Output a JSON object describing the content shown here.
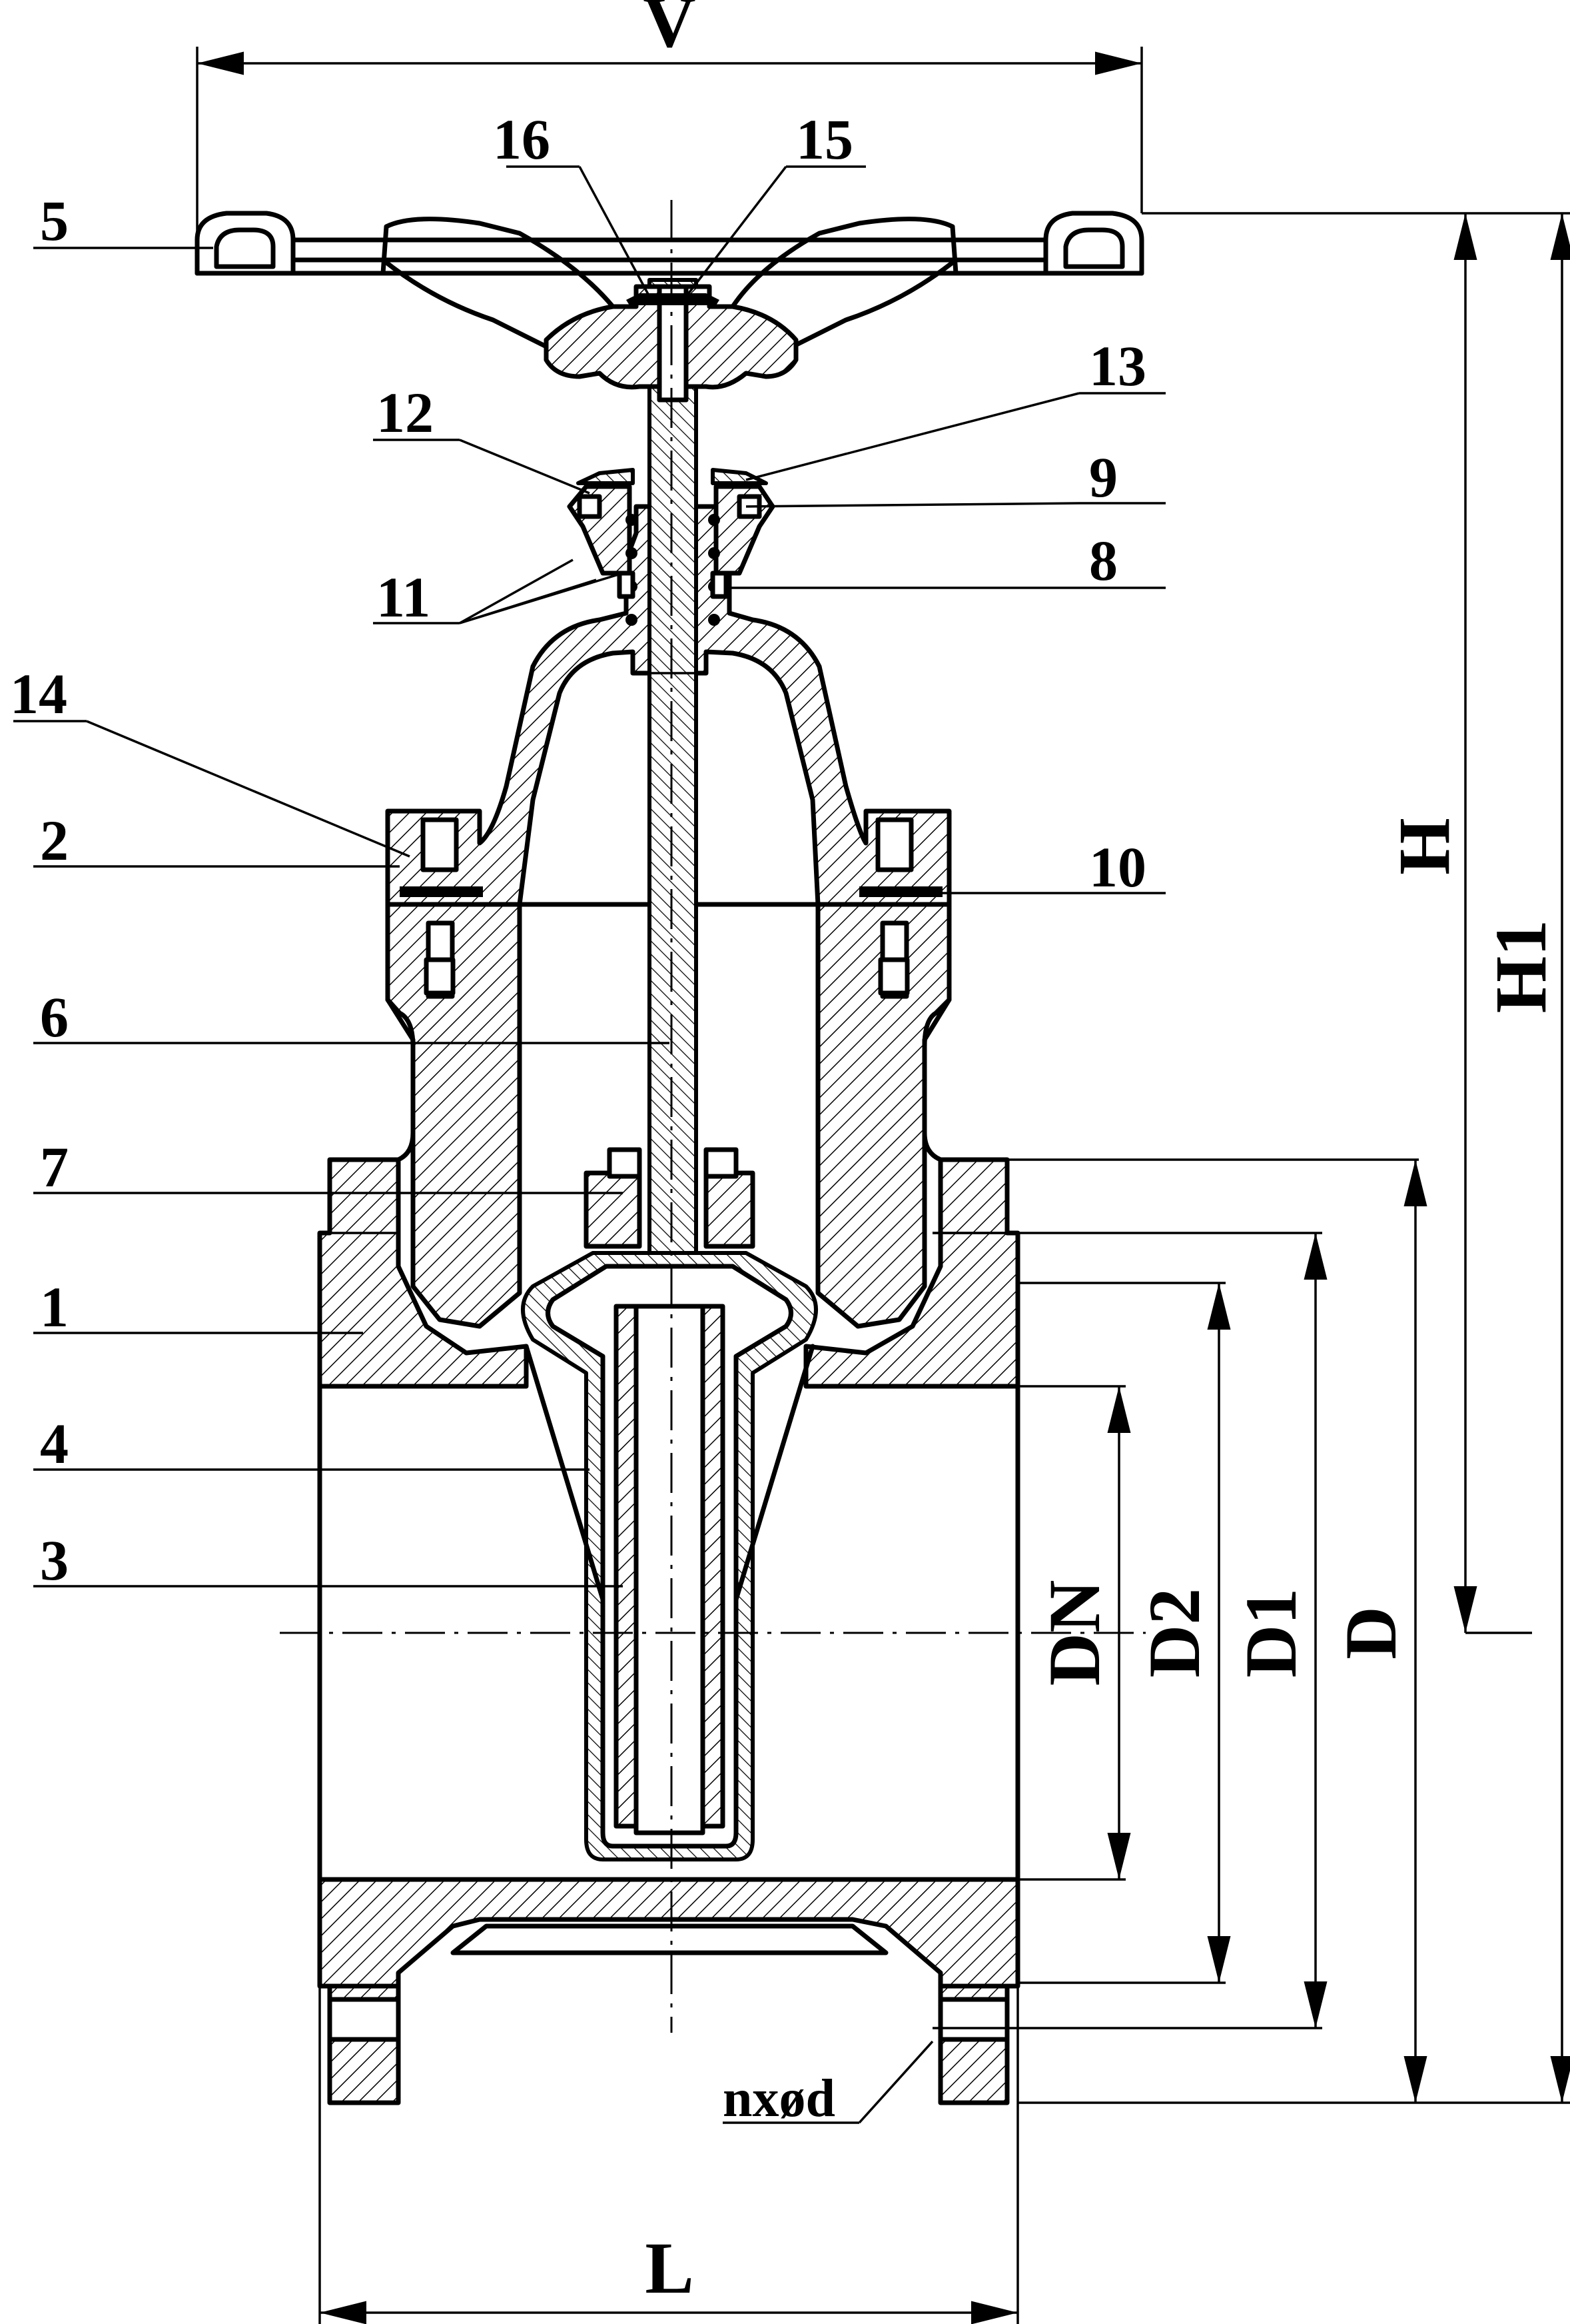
{
  "dimensions": {
    "V": "V",
    "H": "H",
    "H1": "H1",
    "DN": "DN",
    "D2": "D2",
    "D1": "D1",
    "D": "D",
    "L": "L",
    "holes": "nxød"
  },
  "parts": {
    "p1": "1",
    "p2": "2",
    "p3": "3",
    "p4": "4",
    "p5": "5",
    "p6": "6",
    "p7": "7",
    "p8": "8",
    "p9": "9",
    "p10": "10",
    "p11": "11",
    "p12": "12",
    "p13": "13",
    "p14": "14",
    "p15": "15",
    "p16": "16"
  }
}
